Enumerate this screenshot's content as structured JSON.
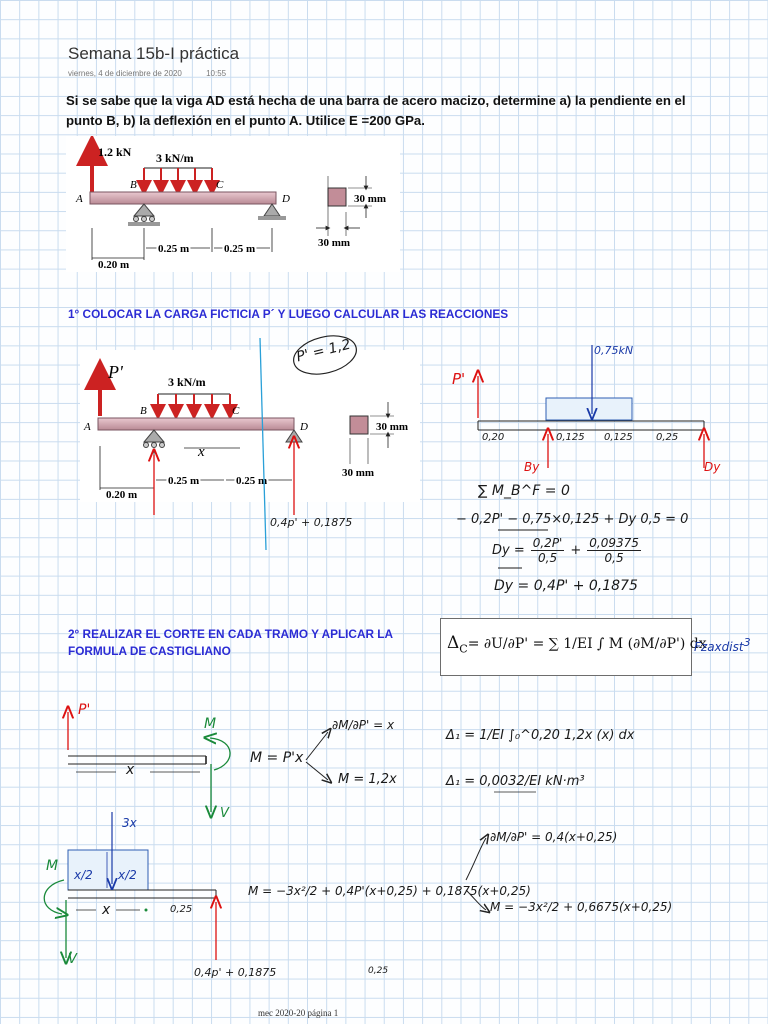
{
  "header": {
    "title": "Semana 15b-I práctica",
    "date": "viernes, 4 de diciembre de 2020",
    "time": "10:55"
  },
  "problem": {
    "text": "Si se sabe que la viga AD está hecha de una barra de acero macizo, determine a) la pendiente en el punto B, b) la deflexión en el punto A. Utilice E =200 GPa."
  },
  "figure1": {
    "load_point": "1.2 kN",
    "load_dist": "3 kN/m",
    "label_A": "A",
    "label_B": "B",
    "label_C": "C",
    "label_D": "D",
    "dim_1": "0.20 m",
    "dim_2": "0.25 m",
    "dim_3": "0.25 m",
    "section_h": "30 mm",
    "section_w": "30 mm"
  },
  "step1": {
    "heading": "1° COLOCAR LA CARGA FICTICIA P´ Y LUEGO CALCULAR LAS REACCIONES",
    "bubble": "P' = 1,2",
    "fig_P": "P'",
    "fig_load": "3 kN/m",
    "fig_A": "A",
    "fig_B": "B",
    "fig_C": "C",
    "fig_D": "D",
    "fig_x": "x",
    "fig_dim1": "0.20 m",
    "fig_dim2": "0.25 m",
    "fig_dim3": "0.25 m",
    "fig_sec_h": "30 mm",
    "fig_sec_w": "30 mm",
    "fig_reaction": "0,4p' + 0,1875",
    "fbd_P": "P'",
    "fbd_load": "0,75kN",
    "fbd_dims": [
      "0,20",
      "0,125",
      "0,125",
      "0,25"
    ],
    "fbd_By": "By",
    "fbd_Dy": "Dy",
    "eq1": "∑ M_B^F = 0",
    "eq2": "− 0,2P' − 0,75×0,125 + Dy 0,5 = 0",
    "eq3_lhs": "Dy =",
    "eq3_frac1_num": "0,2P'",
    "eq3_frac1_den": "0,5",
    "eq3_plus": "+",
    "eq3_frac2_num": "0,09375",
    "eq3_frac2_den": "0,5",
    "eq4": "Dy = 0,4P' + 0,1875"
  },
  "step2": {
    "heading_line1": "2° REALIZAR EL CORTE EN CADA TRAMO Y APLICAR LA",
    "heading_line2": "FORMULA DE CASTIGLIANO",
    "formula_lhs": "Δ",
    "formula_sub": "C",
    "formula_rest": "= ∂U/∂P' = ∑ 1/EI ∫ M (∂M/∂P') dx",
    "side_note": "Fzaxdist",
    "side_exp": "3",
    "tramo1": {
      "P": "P'",
      "M": "M",
      "V": "V",
      "x": "x",
      "moment": "M = P'x",
      "dM": "∂M/∂P' = x",
      "M_sub": "M = 1,2x",
      "delta1": "Δ₁ = 1/EI ∫₀^0,20 1,2x (x) dx",
      "delta1_result": "Δ₁ = 0,0032/EI kN·m³"
    },
    "tramo2": {
      "load": "3x",
      "half1": "x/2",
      "half2": "x/2",
      "M": "M",
      "V": "V",
      "x": "x",
      "dim": "0,25",
      "reaction": "0,4p' + 0,1875",
      "moment": "M = −3x²/2 + 0,4P'(x+0,25) + 0,1875(x+0,25)",
      "dM": "∂M/∂P' = 0,4(x+0,25)",
      "M_sub": "M = −3x²/2 + 0,6675(x+0,25)",
      "dim_bottom": "0,25"
    }
  },
  "footer": {
    "text": "mec 2020-20 página 1"
  }
}
